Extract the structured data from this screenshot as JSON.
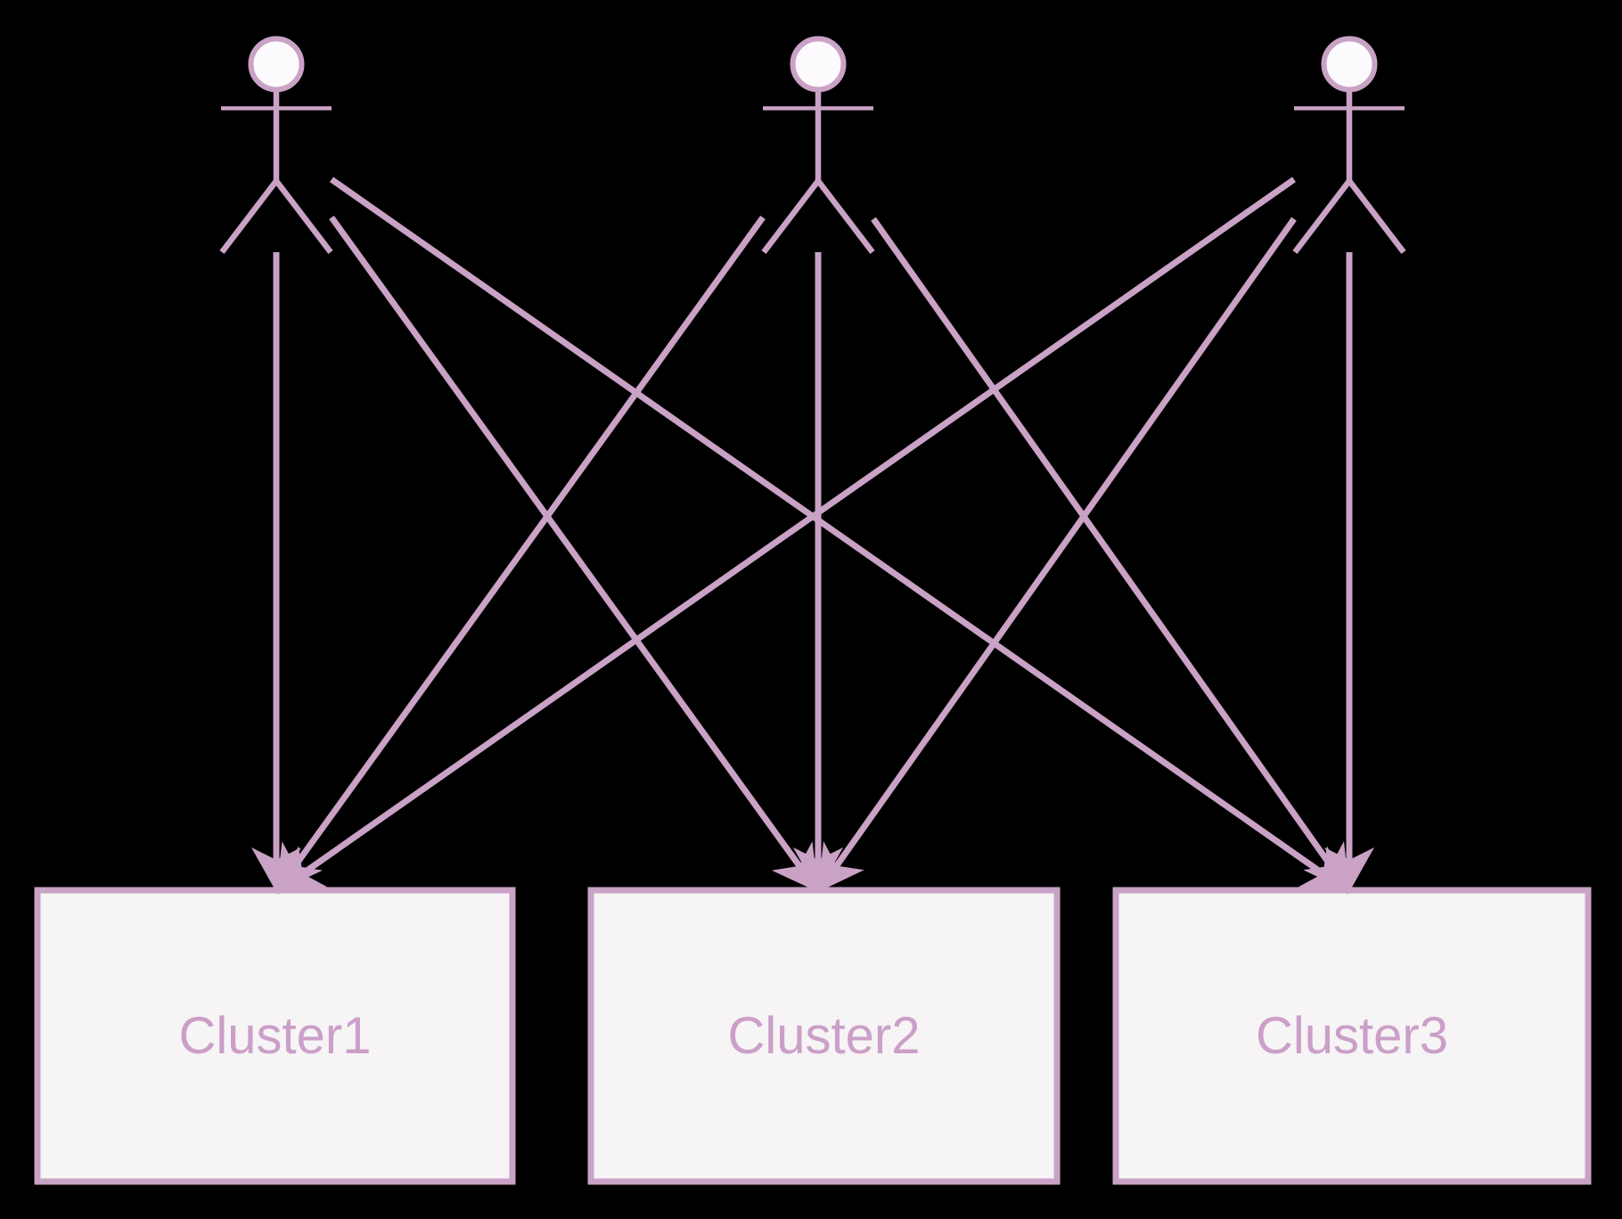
{
  "diagram": {
    "description": "UML actor-to-cluster diagram: three unlabeled stick-figure actors each pointing arrows to three cluster boxes",
    "background_color": "#000000",
    "stroke_color": "#c9a2c5",
    "box_fill_color": "#f6f4f5",
    "actor_head_fill_color": "#fcfafc",
    "label_color": "#cb9fc7",
    "actors": [
      {
        "id": "actor1"
      },
      {
        "id": "actor2"
      },
      {
        "id": "actor3"
      }
    ],
    "clusters": [
      {
        "id": "cluster1",
        "label": "Cluster1"
      },
      {
        "id": "cluster2",
        "label": "Cluster2"
      },
      {
        "id": "cluster3",
        "label": "Cluster3"
      }
    ],
    "edges": [
      {
        "from": "actor1",
        "to": "cluster1",
        "style": "arrow"
      },
      {
        "from": "actor1",
        "to": "cluster2",
        "style": "arrow"
      },
      {
        "from": "actor1",
        "to": "cluster3",
        "style": "arrow"
      },
      {
        "from": "actor2",
        "to": "cluster1",
        "style": "arrow"
      },
      {
        "from": "actor2",
        "to": "cluster2",
        "style": "arrow"
      },
      {
        "from": "actor2",
        "to": "cluster3",
        "style": "arrow"
      },
      {
        "from": "actor3",
        "to": "cluster1",
        "style": "arrow"
      },
      {
        "from": "actor3",
        "to": "cluster2",
        "style": "arrow"
      },
      {
        "from": "actor3",
        "to": "cluster3",
        "style": "arrow"
      }
    ]
  }
}
